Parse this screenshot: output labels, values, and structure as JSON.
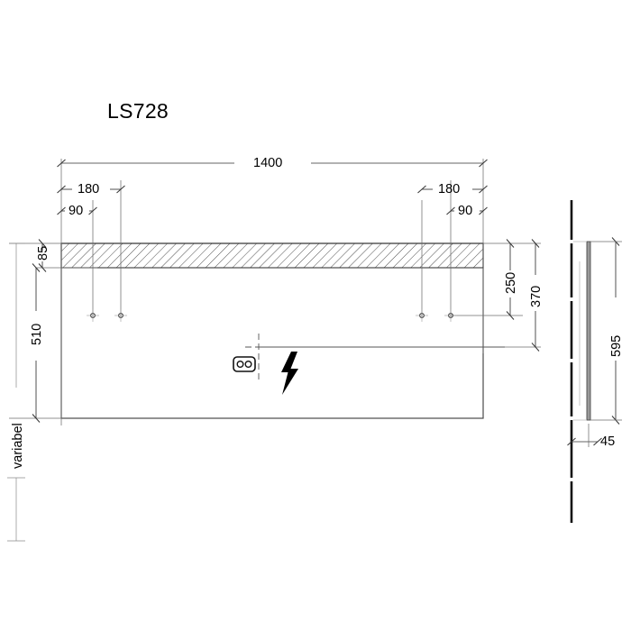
{
  "drawing": {
    "title": "LS728",
    "units_note": "",
    "front_view": {
      "name": "front-elevation",
      "width_mm": 1400,
      "hatched_band_height_mm": 85,
      "dimensions": {
        "overall_width": "1400",
        "left_offset_outer": "180",
        "left_offset_inner": "90",
        "right_offset_outer": "180",
        "right_offset_inner": "90",
        "band_height": "85",
        "lower_height": "510",
        "mid_mount_height": "250",
        "total_mount_height": "370",
        "floor_note": "variabel"
      }
    },
    "side_view": {
      "name": "side-section",
      "dimensions": {
        "panel_height": "595",
        "panel_depth": "45"
      }
    },
    "symbols": {
      "socket": "power-socket-symbol",
      "hazard": "lightning-bolt-symbol",
      "centerline": "center-cross-marker",
      "mount_point": "mounting-point-marker"
    },
    "colors": {
      "line": "#1a1a1a",
      "thin_line": "#555555",
      "hatch": "#444444",
      "background": "#ffffff"
    }
  }
}
